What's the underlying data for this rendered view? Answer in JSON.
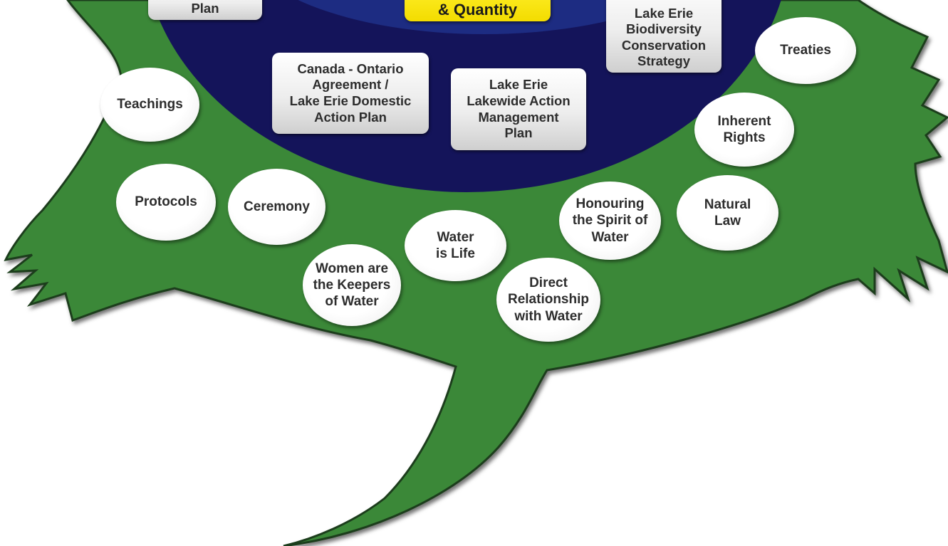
{
  "colors": {
    "turtle_green": "#3a8838",
    "turtle_outline": "#1e3e1c",
    "shell_navy": "#14145a",
    "inner_ring": "#1d2c82",
    "label_fill": "#ffffff",
    "yellow_box": "#f7e418",
    "text": "#2d2d2d"
  },
  "shell_boxes": {
    "plan_fragment": "Plan",
    "quality_quantity_fragment": "& Quantity",
    "canada_ontario": "Canada - Ontario\nAgreement /\nLake Erie Domestic\nAction Plan",
    "lakewide": "Lake Erie\nLakewide Action\nManagement\nPlan",
    "biodiversity": "Lake Erie\nBiodiversity\nConservation\nStrategy"
  },
  "principles": {
    "treaties": "Treaties",
    "teachings": "Teachings",
    "inherent_rights": "Inherent\nRights",
    "protocols": "Protocols",
    "ceremony": "Ceremony",
    "natural_law": "Natural\nLaw",
    "honouring": "Honouring\nthe Spirit of\nWater",
    "water_is_life": "Water\nis Life",
    "women_keepers": "Women are\nthe Keepers\nof Water",
    "direct_relationship": "Direct\nRelationship\nwith Water"
  }
}
